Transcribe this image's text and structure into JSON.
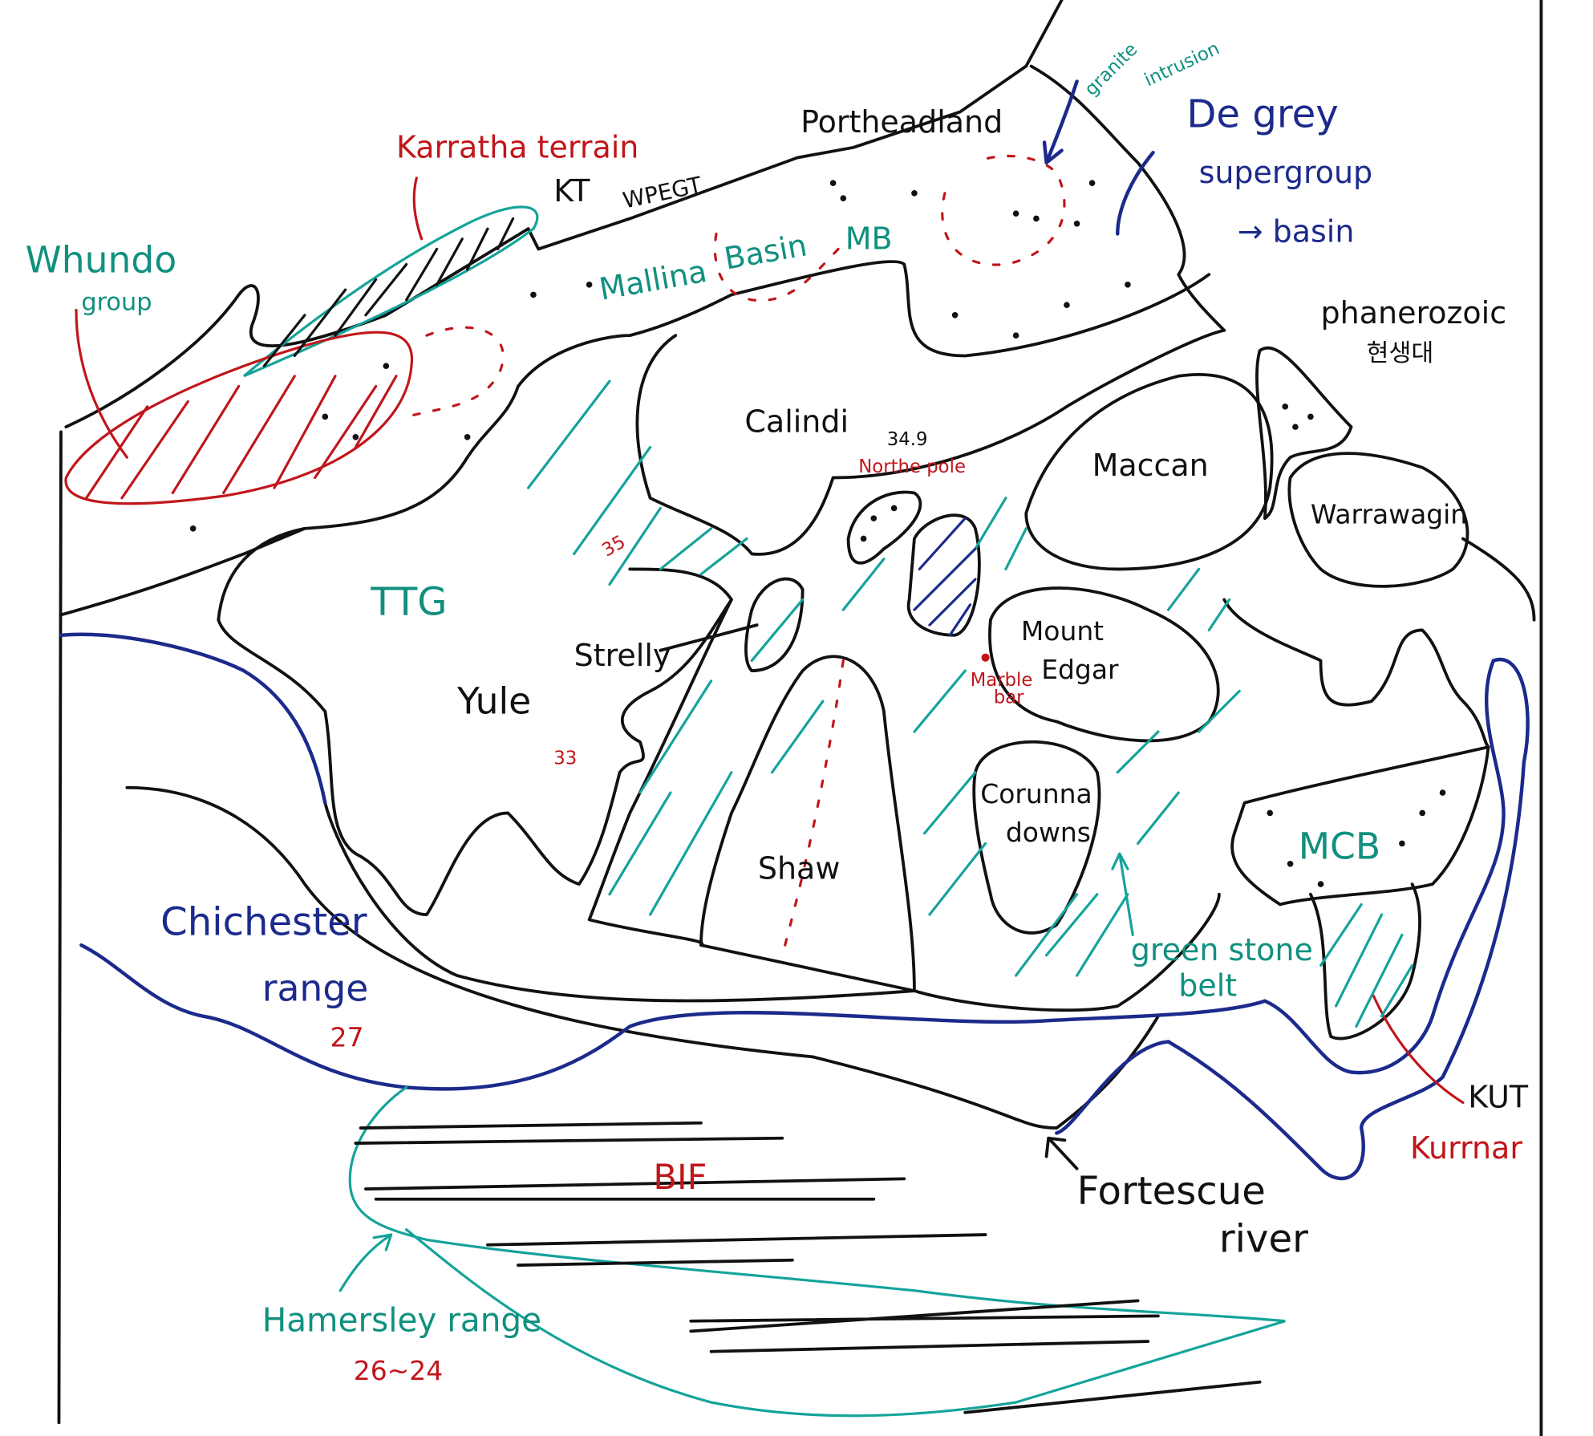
{
  "colors": {
    "outline": "#111111",
    "red": "#c0161b",
    "teal": "#14a39a",
    "navy": "#1c2a8c"
  },
  "labels": {
    "karratha_terrain": "Karratha terrain",
    "kt": "KT",
    "wpegt": "WPEGT",
    "port_headland": "Portheadland",
    "granite_intrusion_1": "granite",
    "granite_intrusion_2": "intrusion",
    "de_grey": "De grey",
    "supergroup": "supergroup",
    "basin": "→ basin",
    "whundo": "Whundo",
    "whundo_group": "group",
    "mallina": "Mallina",
    "basin_label": "Basin",
    "mb": "MB",
    "phanerozoic": "phanerozoic",
    "phanerozoic_ko": "현생대",
    "calindi": "Calindi",
    "north_pole_age": "34.9",
    "north_pole": "Northe pole",
    "maccan": "Maccan",
    "warrawagin": "Warrawagin",
    "age_35": "35",
    "ttg": "TTG",
    "strelly": "Strelly",
    "mount": "Mount",
    "edgar": "Edgar",
    "marble": "Marble",
    "bar": "bar",
    "yule": "Yule",
    "age_33": "33",
    "corunna": "Corunna",
    "downs": "downs",
    "mcb": "MCB",
    "shaw": "Shaw",
    "chichester": "Chichester",
    "range": "range",
    "age_27": "27",
    "green_stone": "green stone",
    "belt": "belt",
    "kut": "KUT",
    "kurrnar": "Kurrnar",
    "bif": "BIF",
    "fortescue": "Fortescue",
    "river": "river",
    "hamersley": "Hamersley range",
    "age_26_24": "26~24"
  }
}
